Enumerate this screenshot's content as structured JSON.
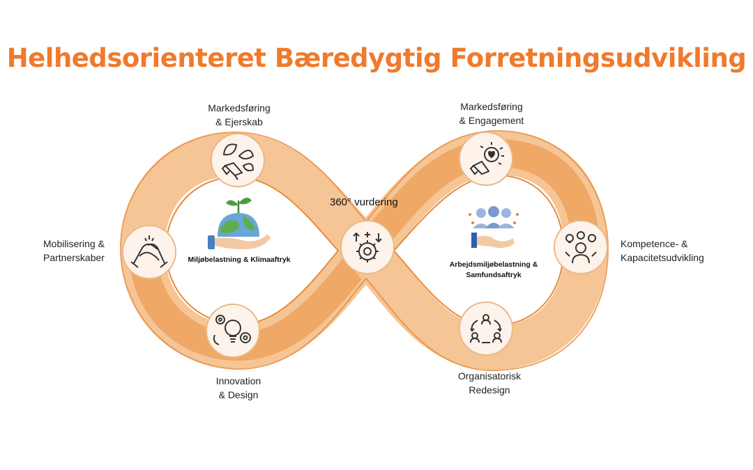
{
  "title": "Helhedsorienteret Bæredygtig Forretningsudvikling",
  "hub_label": "360° vurdering",
  "nodes": {
    "marketing_ownership": {
      "line1": "Markedsføring",
      "line2": "& Ejerskab",
      "icon": "megaphone-leaves-icon"
    },
    "mobilisation": {
      "line1": "Mobilisering &",
      "line2": "Partnerskaber",
      "icon": "handshake-icon"
    },
    "innovation": {
      "line1": "Innovation",
      "line2": "& Design",
      "icon": "lightbulb-gears-icon"
    },
    "marketing_engagement": {
      "line1": "Markedsføring",
      "line2": "& Engagement",
      "icon": "megaphone-heart-icon"
    },
    "competence": {
      "line1": "Kompetence- &",
      "line2": "Kapacitetsudvikling",
      "icon": "person-ideas-icon"
    },
    "organisation": {
      "line1": "Organisatorisk",
      "line2": "Redesign",
      "icon": "people-cycle-icon"
    },
    "hub": {
      "icon": "gear-arrows-icon"
    }
  },
  "loops": {
    "left": {
      "line1": "Miljøbelastning & Klimaaftryk",
      "icon": "hand-globe-plant-icon"
    },
    "right": {
      "line1": "Arbejdsmiljøbelastning &",
      "line2": "Samfundsaftryk",
      "icon": "people-handshake-icon"
    }
  },
  "colors": {
    "title": "#f07a2c",
    "band_light": "#f5c596",
    "band_dark": "#ee9d55",
    "band_edge": "#e88a3a",
    "circle_fill": "#fdf3ea",
    "icon": "#333333"
  }
}
